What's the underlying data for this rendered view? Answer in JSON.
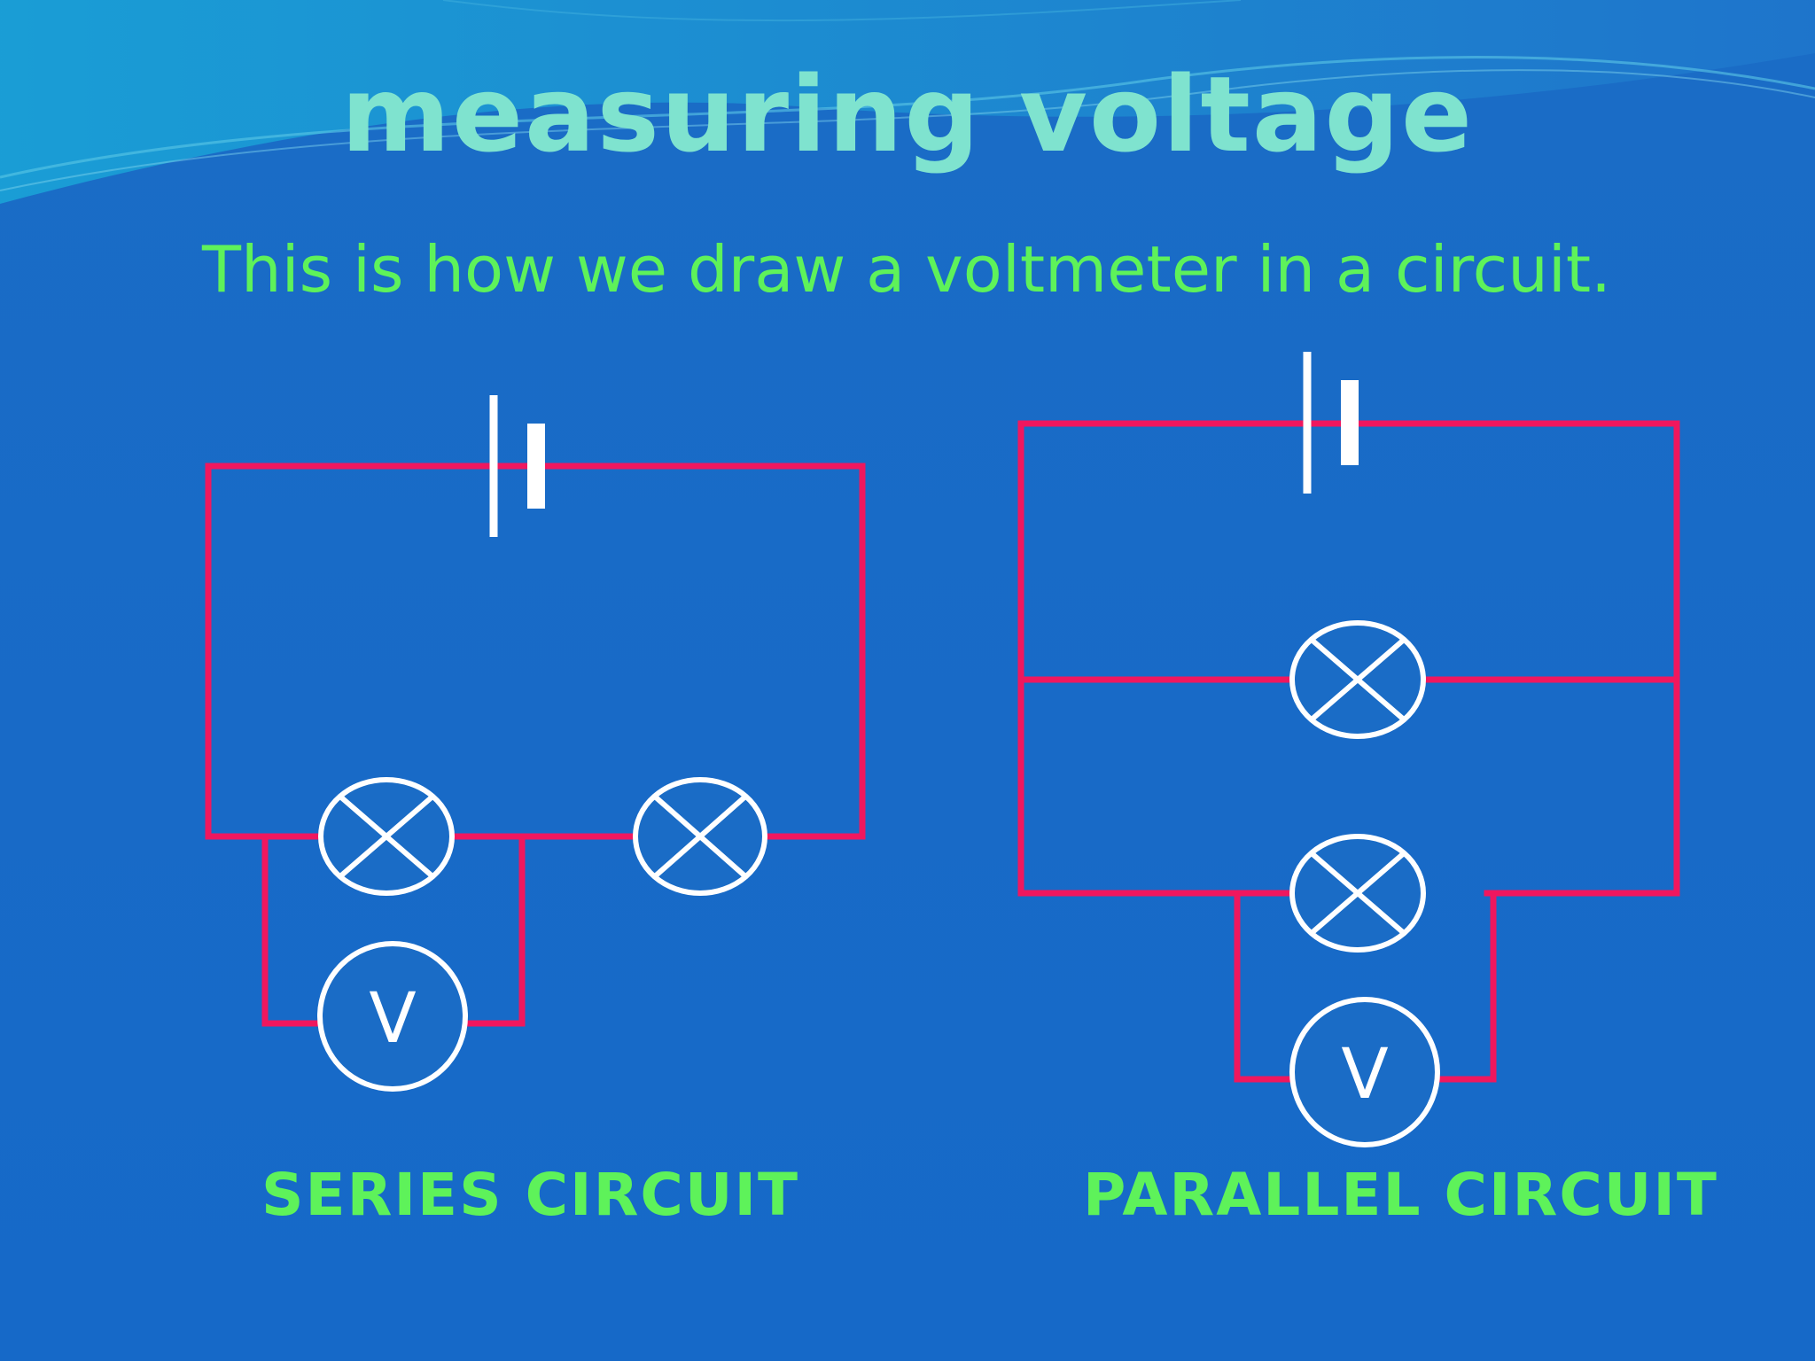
{
  "slide": {
    "title": "measuring voltage",
    "subtitle": "This is how we draw a voltmeter in a circuit."
  },
  "diagrams": {
    "series": {
      "caption": "SERIES CIRCUIT",
      "voltmeter_symbol": "V"
    },
    "parallel": {
      "caption": "PARALLEL CIRCUIT",
      "voltmeter_symbol": "V"
    }
  },
  "colors": {
    "background": "#1a6cc6",
    "title": "#7fe3cf",
    "text": "#5ef25a",
    "wire": "#f0175e",
    "component": "#ffffff"
  },
  "icons": [
    "cell-icon",
    "lamp-icon",
    "voltmeter-icon"
  ]
}
